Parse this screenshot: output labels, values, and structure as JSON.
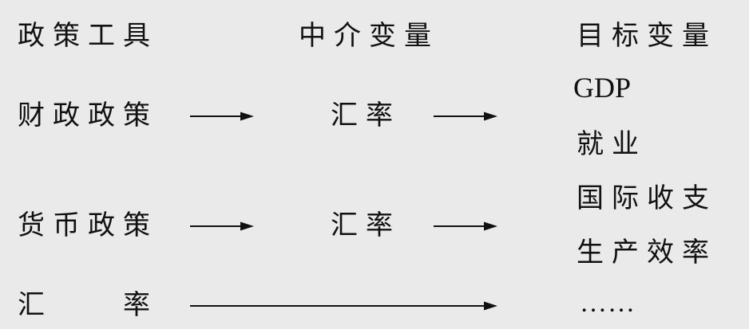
{
  "headers": {
    "tools": "政策工具",
    "intermediate": "中介变量",
    "targets": "目标变量"
  },
  "rows": [
    {
      "tool": "财政政策",
      "intermediate": "汇率"
    },
    {
      "tool": "货币政策",
      "intermediate": "汇率"
    },
    {
      "tool_left": "汇",
      "tool_right": "率"
    }
  ],
  "targets": [
    "GDP",
    "就业",
    "国际收支",
    "生产效率",
    "……"
  ]
}
